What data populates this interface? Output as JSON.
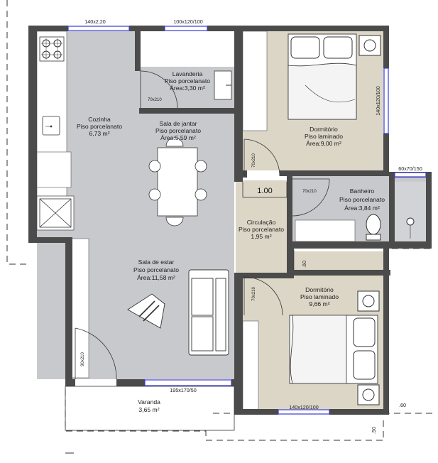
{
  "rooms": {
    "kitchen": {
      "name": "Cozinha",
      "floor": "Piso porcelanato",
      "area": "6,73 m²"
    },
    "laundry": {
      "name": "Lavanderia",
      "floor": "Piso porcelanato",
      "area": "Área:3,30 m²"
    },
    "dining": {
      "name": "Sala de jantar",
      "floor": "Piso porcelanato",
      "area": "Área:5,59 m²"
    },
    "bedroom1": {
      "name": "Dormitório",
      "floor": "Piso laminado",
      "area": "Área:9,00 m²"
    },
    "bathroom": {
      "name": "Banheiro",
      "floor": "Piso porcelanato",
      "area": "Área:3,84 m²"
    },
    "hall": {
      "name": "Circulação",
      "floor": "Piso porcelanato",
      "area": "1,95 m²"
    },
    "living": {
      "name": "Sala de estar",
      "floor": "Piso porcelanato",
      "area": "Área:11,58 m²"
    },
    "bedroom2": {
      "name": "Dormitório",
      "floor": "Piso laminado",
      "area": "9,66 m²"
    },
    "balcony": {
      "name": "Varanda",
      "area": "3,65 m²"
    }
  },
  "windows": {
    "kitchen_top": "140x2,20",
    "laundry_top": "100x120/100",
    "bedroom1_right": "140x120/100",
    "bathroom": "60x70/150",
    "living_bottom": "195x170/50",
    "bedroom2_bottom": "140x120/100"
  },
  "doors": {
    "laundry": "70x210",
    "bedroom1": "70x210",
    "bathroom": "70x210",
    "bedroom2": "70x210",
    "balcony": "90x210"
  },
  "dimensions": {
    "hall_width": "1.00",
    "hall_step": ".60",
    "right_60": ".60",
    "bottom_50": ".50"
  },
  "colors": {
    "wall": "#4b4b4b",
    "porcelain_floor": "#c8c9cc",
    "laminate_floor": "#dcd6c7",
    "window": "#3a3ad8"
  }
}
